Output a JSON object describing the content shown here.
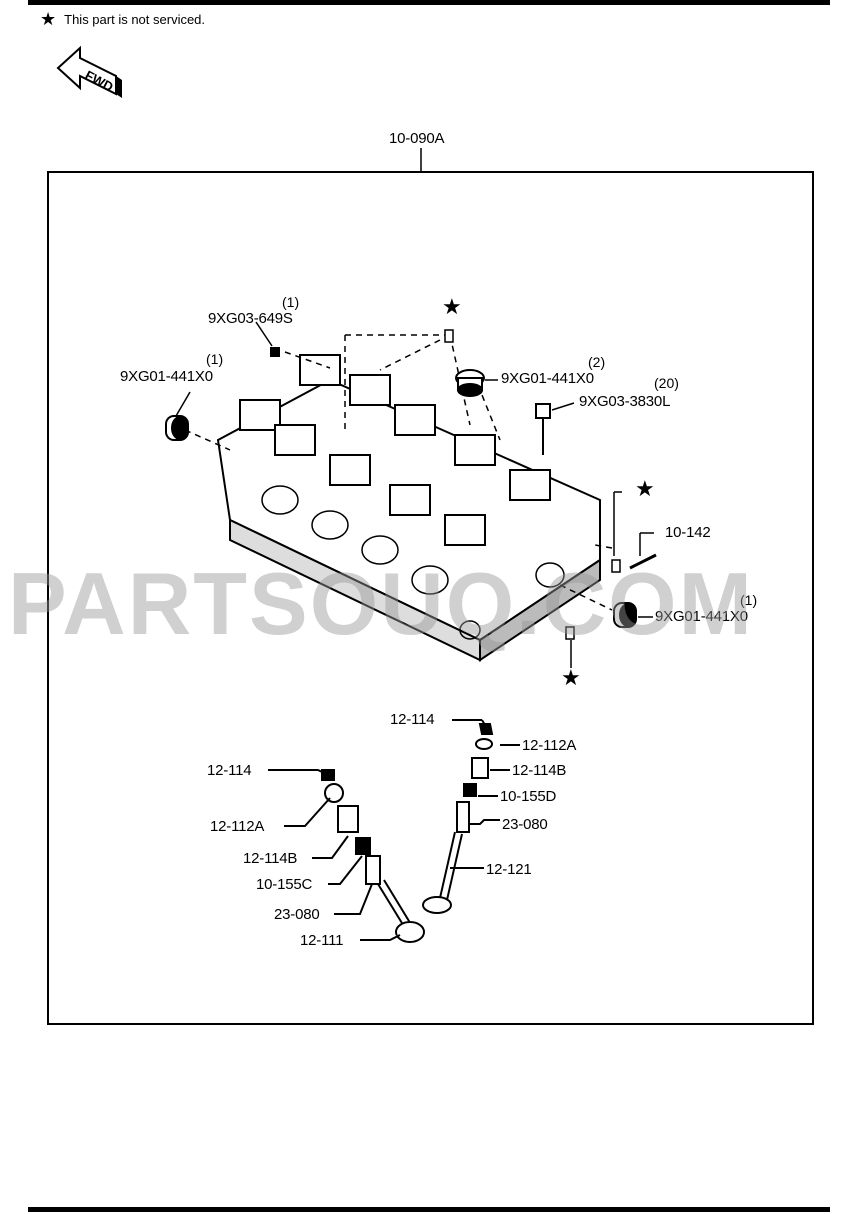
{
  "note": {
    "text": "This part is not serviced."
  },
  "fwd_label": "FWD",
  "assembly_label": "10-090A",
  "watermark": "PARTSOUQ.COM",
  "callouts": {
    "seal_left": {
      "code": "9XG01-441X0",
      "qty": "(1)"
    },
    "plug": {
      "code": "9XG03-649S",
      "qty": "(1)"
    },
    "seal_top": {
      "code": "9XG01-441X0",
      "qty": "(2)"
    },
    "bolt": {
      "code": "9XG03-3830L",
      "qty": "(20)"
    },
    "pin": {
      "code": "10-142"
    },
    "seal_right": {
      "code": "9XG01-441X0",
      "qty": "(1)"
    },
    "lock_r": "12-114",
    "retainer_r": "12-112A",
    "spring_r": "12-114B",
    "seal_r": "10-155D",
    "guide_r": "23-080",
    "valve_r": "12-121",
    "lock_l": "12-114",
    "retainer_l": "12-112A",
    "spring_l": "12-114B",
    "seal_l": "10-155C",
    "guide_l": "23-080",
    "valve_l": "12-111"
  }
}
